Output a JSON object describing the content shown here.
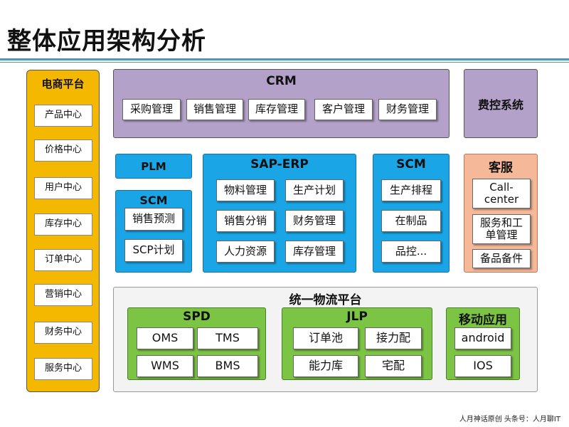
{
  "title": "整体应用架构分析",
  "ecommerce": {
    "title": "电商平台",
    "items": [
      "产品中心",
      "价格中心",
      "用户中心",
      "库存中心",
      "订单中心",
      "营销中心",
      "财务中心",
      "服务中心"
    ]
  },
  "crm": {
    "title": "CRM",
    "items": [
      "采购管理",
      "销售管理",
      "库存管理",
      "客户管理",
      "财务管理"
    ]
  },
  "expense_control": {
    "title": "费控系统"
  },
  "plm": {
    "title": "PLM"
  },
  "scm_left": {
    "title": "SCM",
    "items": [
      "销售预测",
      "SCP计划"
    ]
  },
  "sap_erp": {
    "title": "SAP-ERP",
    "items": [
      "物料管理",
      "生产计划",
      "销售分销",
      "财务管理",
      "人力资源",
      "库存管理"
    ]
  },
  "scm_right": {
    "title": "SCM",
    "items": [
      "生产排程",
      "在制品",
      "品控..."
    ]
  },
  "customer_service": {
    "title": "客服",
    "items": [
      "Call-center",
      "服务和工单管理",
      "备品备件"
    ]
  },
  "logistics": {
    "title": "统一物流平台",
    "spd": {
      "title": "SPD",
      "items": [
        "OMS",
        "TMS",
        "WMS",
        "BMS"
      ]
    },
    "jlp": {
      "title": "JLP",
      "items": [
        "订单池",
        "接力配",
        "能力库",
        "宅配"
      ]
    },
    "mobile": {
      "title": "移动应用",
      "items": [
        "android",
        "IOS"
      ]
    }
  },
  "footer": "人月神话原创    头条号：人月聊IT",
  "colors": {
    "ecommerce": "#f5b800",
    "crm": "#b3a1c9",
    "blue_modules": "#1aa6e6",
    "customer_service": "#f5b899",
    "logistics_green": "#7cc444",
    "title_rule": "#4a9bb5"
  }
}
